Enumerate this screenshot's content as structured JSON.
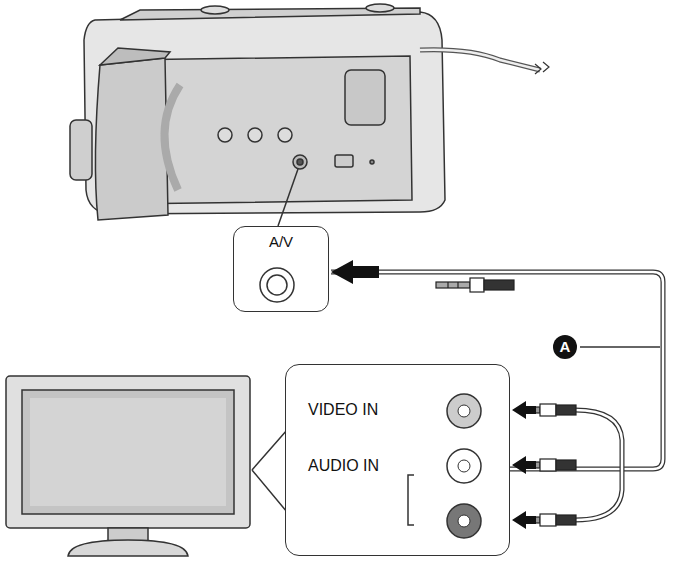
{
  "diagram": {
    "nodes": [
      {
        "text": [
          "A/V"
        ]
      },
      {
        "text": [
          "VIDEO IN",
          "AUDIO IN"
        ]
      },
      {
        "text": [
          "A"
        ]
      }
    ],
    "edges": [
      {
        "from": 1,
        "to": 0,
        "arrow": "to"
      }
    ]
  }
}
